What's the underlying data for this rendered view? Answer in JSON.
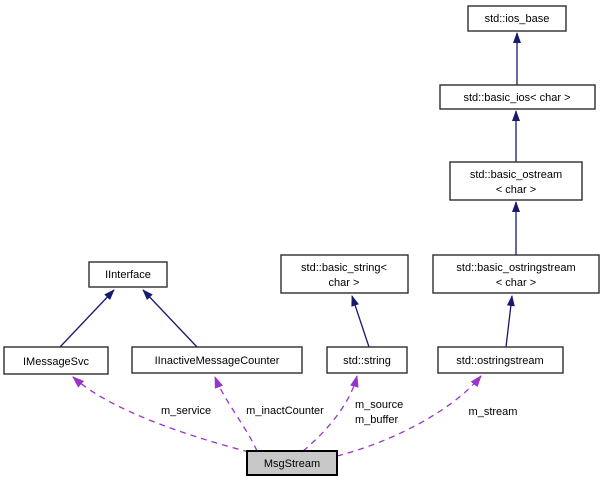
{
  "diagram": {
    "nodes": {
      "ios_base": {
        "label": "std::ios_base"
      },
      "basic_ios": {
        "label": "std::basic_ios< char >"
      },
      "basic_ostream": {
        "label_line1": "std::basic_ostream",
        "label_line2": "< char >"
      },
      "basic_ostringstream": {
        "label_line1": "std::basic_ostringstream",
        "label_line2": "< char >"
      },
      "basic_string": {
        "label_line1": "std::basic_string<",
        "label_line2": "char >"
      },
      "std_string": {
        "label": "std::string"
      },
      "ostringstream": {
        "label": "std::ostringstream"
      },
      "iinterface": {
        "label": "IInterface"
      },
      "imessagesvc": {
        "label": "IMessageSvc"
      },
      "iinactive_message_counter": {
        "label": "IInactiveMessageCounter"
      },
      "msgstream": {
        "label": "MsgStream"
      }
    },
    "inheritance_edges": [
      {
        "from": "std::basic_ios< char >",
        "to": "std::ios_base"
      },
      {
        "from": "std::basic_ostream< char >",
        "to": "std::basic_ios< char >"
      },
      {
        "from": "std::basic_ostringstream< char >",
        "to": "std::basic_ostream< char >"
      },
      {
        "from": "std::ostringstream",
        "to": "std::basic_ostringstream< char >"
      },
      {
        "from": "std::string",
        "to": "std::basic_string< char >"
      },
      {
        "from": "IMessageSvc",
        "to": "IInterface"
      },
      {
        "from": "IInactiveMessageCounter",
        "to": "IInterface"
      }
    ],
    "member_edges": [
      {
        "from": "MsgStream",
        "to": "IMessageSvc",
        "label": "m_service"
      },
      {
        "from": "MsgStream",
        "to": "IInactiveMessageCounter",
        "label": "m_inactCounter"
      },
      {
        "from": "MsgStream",
        "to": "std::string",
        "label_line1": "m_source",
        "label_line2": "m_buffer"
      },
      {
        "from": "MsgStream",
        "to": "std::ostringstream",
        "label": "m_stream"
      }
    ],
    "colors": {
      "inheritance_edge": "#191970",
      "member_edge": "#9a32cd",
      "node_fill": "#ffffff",
      "node_border": "#2e2e2e",
      "focus_node_fill": "#c8c8c8",
      "background": "#ffffff",
      "text": "#000000"
    }
  }
}
